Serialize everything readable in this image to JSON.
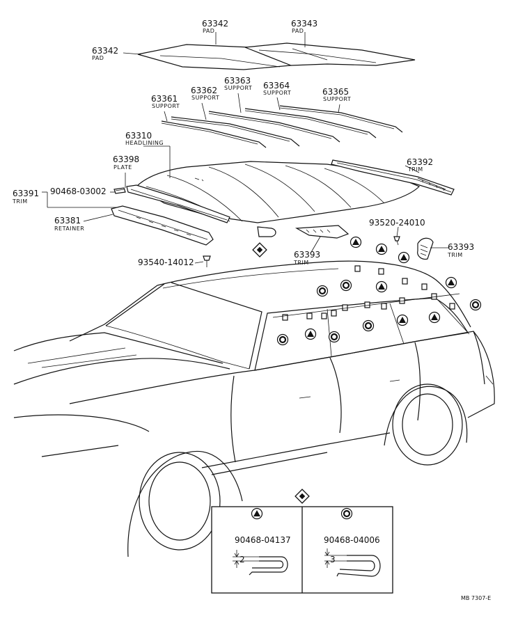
{
  "parts": {
    "pad_63342_top": {
      "number": "63342",
      "label": "PAD"
    },
    "pad_63343": {
      "number": "63343",
      "label": "PAD"
    },
    "pad_63342_left": {
      "number": "63342",
      "label": "PAD"
    },
    "support_63361": {
      "number": "63361",
      "label": "SUPPORT"
    },
    "support_63362": {
      "number": "63362",
      "label": "SUPPORT"
    },
    "support_63363": {
      "number": "63363",
      "label": "SUPPORT"
    },
    "support_63364": {
      "number": "63364",
      "label": "SUPPORT"
    },
    "support_63365": {
      "number": "63365",
      "label": "SUPPORT"
    },
    "headlining_63310": {
      "number": "63310",
      "label": "HEADLINING"
    },
    "plate_63398": {
      "number": "63398",
      "label": "PLATE"
    },
    "trim_63391": {
      "number": "63391",
      "label": "TRIM"
    },
    "clip_90468_03002": {
      "number": "90468-03002"
    },
    "retainer_63381": {
      "number": "63381",
      "label": "RETAINER"
    },
    "trim_63392": {
      "number": "63392",
      "label": "TRIM"
    },
    "screw_93520_24010": {
      "number": "93520-24010"
    },
    "trim_63393_right": {
      "number": "63393",
      "label": "TRIM"
    },
    "trim_63393_mid": {
      "number": "63393",
      "label": "TRIM"
    },
    "screw_93540_14012": {
      "number": "93540-14012"
    }
  },
  "detail": {
    "triangle_clip": {
      "number": "90468-04137",
      "dimension": "2"
    },
    "circle_clip": {
      "number": "90468-04006",
      "dimension": "3"
    }
  },
  "footer_code": "MB 7307-E"
}
